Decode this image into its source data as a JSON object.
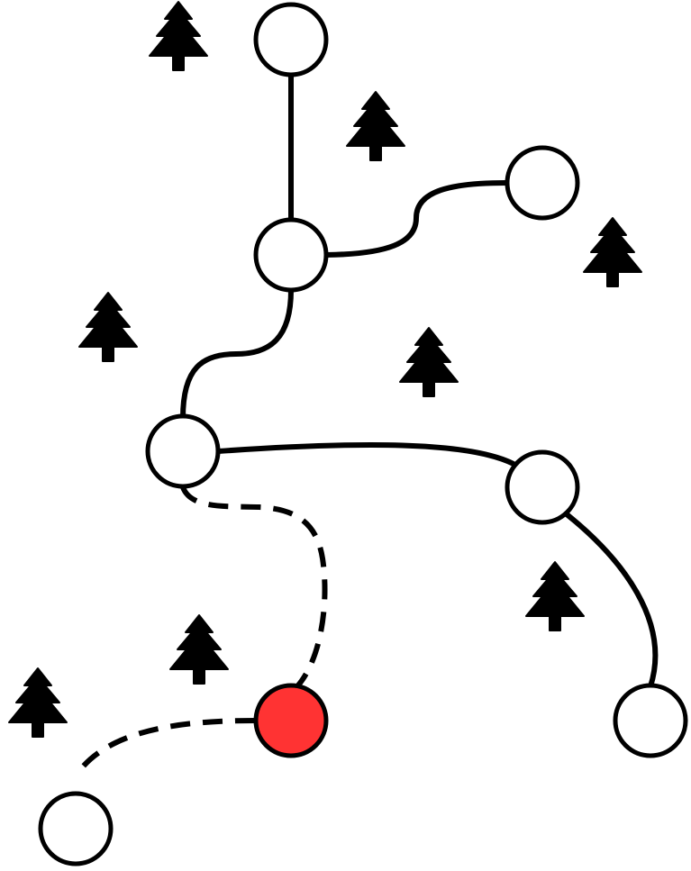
{
  "map": {
    "node_color": "#ffffff",
    "current_node_color": "#ff3333",
    "stroke_color": "#000000",
    "icon": "pine-tree-icon",
    "nodes": [
      {
        "id": "node-1",
        "current": false
      },
      {
        "id": "node-2",
        "current": false
      },
      {
        "id": "node-3",
        "current": false
      },
      {
        "id": "node-4",
        "current": false
      },
      {
        "id": "node-5",
        "current": false
      },
      {
        "id": "node-6",
        "current": false
      },
      {
        "id": "node-7",
        "current": false
      },
      {
        "id": "node-8",
        "current": true
      },
      {
        "id": "node-9",
        "current": false
      }
    ],
    "paths": [
      {
        "from": "node-1",
        "to": "node-3",
        "style": "solid"
      },
      {
        "from": "node-3",
        "to": "node-2",
        "style": "solid"
      },
      {
        "from": "node-3",
        "to": "node-4",
        "style": "solid"
      },
      {
        "from": "node-4",
        "to": "node-5",
        "style": "solid"
      },
      {
        "from": "node-5",
        "to": "node-6",
        "style": "solid"
      },
      {
        "from": "node-4",
        "to": "node-8",
        "style": "dashed"
      },
      {
        "from": "node-8",
        "to": "node-9",
        "style": "dashed"
      }
    ]
  }
}
